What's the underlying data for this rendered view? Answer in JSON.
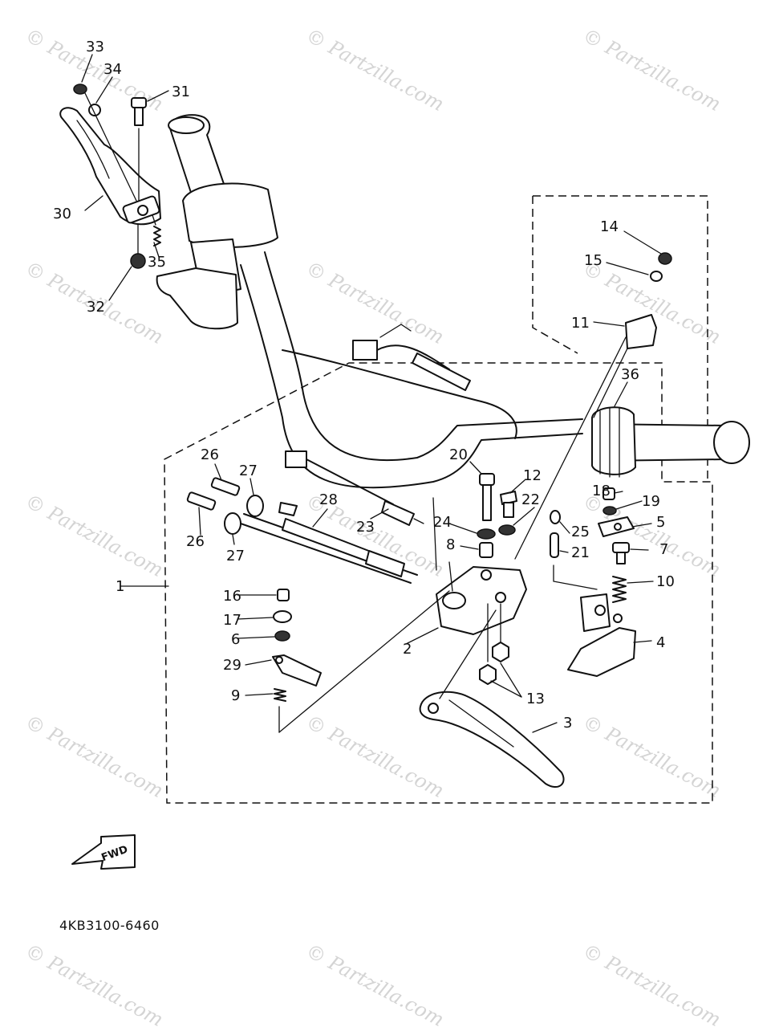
{
  "watermark_text": "© Partzilla.com",
  "diagram_code": "4KB3100-6460",
  "fwd_label": "FWD",
  "callouts": [
    {
      "id": "c1",
      "label": "1"
    },
    {
      "id": "c2",
      "label": "2"
    },
    {
      "id": "c3",
      "label": "3"
    },
    {
      "id": "c4",
      "label": "4"
    },
    {
      "id": "c5",
      "label": "5"
    },
    {
      "id": "c6",
      "label": "6"
    },
    {
      "id": "c7",
      "label": "7"
    },
    {
      "id": "c8",
      "label": "8"
    },
    {
      "id": "c9",
      "label": "9"
    },
    {
      "id": "c10",
      "label": "10"
    },
    {
      "id": "c11",
      "label": "11"
    },
    {
      "id": "c12",
      "label": "12"
    },
    {
      "id": "c13",
      "label": "13"
    },
    {
      "id": "c14",
      "label": "14"
    },
    {
      "id": "c15",
      "label": "15"
    },
    {
      "id": "c16",
      "label": "16"
    },
    {
      "id": "c17",
      "label": "17"
    },
    {
      "id": "c18",
      "label": "18"
    },
    {
      "id": "c19",
      "label": "19"
    },
    {
      "id": "c20",
      "label": "20"
    },
    {
      "id": "c21",
      "label": "21"
    },
    {
      "id": "c22",
      "label": "22"
    },
    {
      "id": "c23",
      "label": "23"
    },
    {
      "id": "c24",
      "label": "24"
    },
    {
      "id": "c25",
      "label": "25"
    },
    {
      "id": "c26a",
      "label": "26"
    },
    {
      "id": "c26b",
      "label": "26"
    },
    {
      "id": "c27a",
      "label": "27"
    },
    {
      "id": "c27b",
      "label": "27"
    },
    {
      "id": "c28",
      "label": "28"
    },
    {
      "id": "c29",
      "label": "29"
    },
    {
      "id": "c30",
      "label": "30"
    },
    {
      "id": "c31",
      "label": "31"
    },
    {
      "id": "c32",
      "label": "32"
    },
    {
      "id": "c33",
      "label": "33"
    },
    {
      "id": "c34",
      "label": "34"
    },
    {
      "id": "c35",
      "label": "35"
    },
    {
      "id": "c36",
      "label": "36"
    }
  ]
}
